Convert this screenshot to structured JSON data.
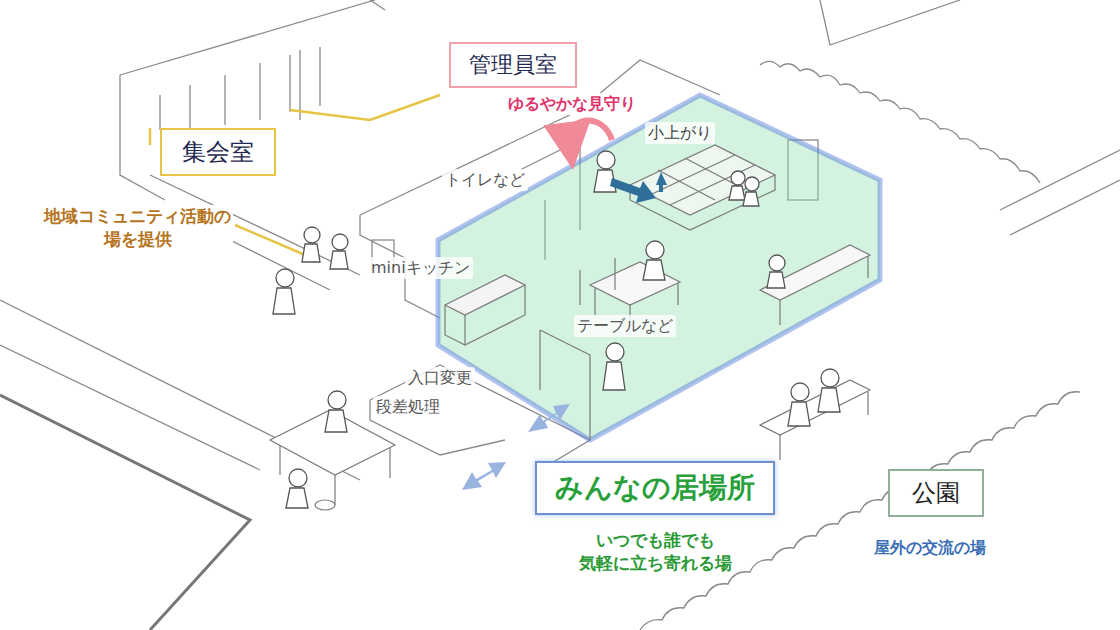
{
  "diagram": {
    "nodes": [
      {
        "text": [
          "管理員室"
        ]
      },
      {
        "text": [
          "集会室"
        ]
      },
      {
        "text": [
          "みんなの居場所"
        ]
      },
      {
        "text": [
          "公園"
        ]
      }
    ],
    "labels": [
      "ゆるやかな見守り",
      "小上がり",
      "トイレなど",
      "地域コミュニティ活動の 場を提供",
      "miniキッチン",
      "テーブルなど",
      "入口変更",
      "段差処理",
      "いつでも誰でも 気軽に立ち寄れる場",
      "屋外の交流の場"
    ]
  }
}
